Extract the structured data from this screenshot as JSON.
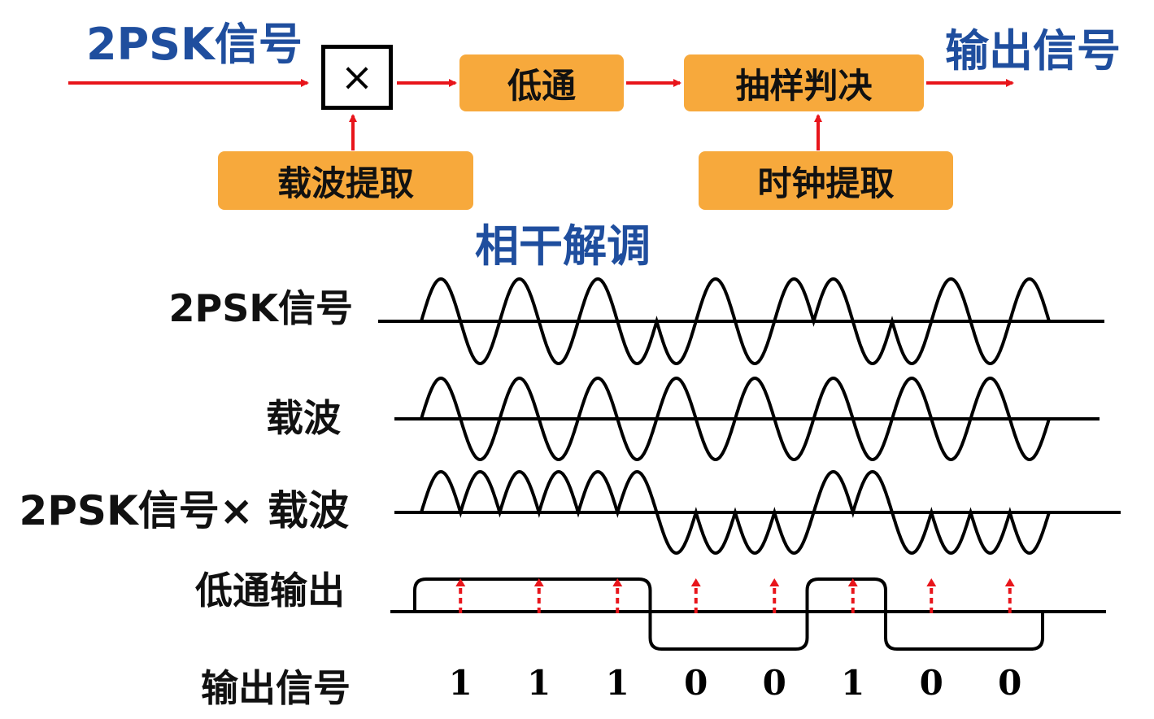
{
  "block_diagram": {
    "input_label": "2PSK信号",
    "multiplier_symbol": "×",
    "lowpass_label": "低通",
    "sampler_label": "抽样判决",
    "output_label": "输出信号",
    "carrier_extract_label": "载波提取",
    "clock_extract_label": "时钟提取",
    "caption": "相干解调"
  },
  "waveforms": {
    "row_labels": {
      "psk": "2PSK信号",
      "carrier": "载波",
      "product": "2PSK信号× 载波",
      "lowpass": "低通输出",
      "output": "输出信号"
    },
    "bits": [
      "1",
      "1",
      "1",
      "0",
      "0",
      "1",
      "0",
      "0"
    ]
  },
  "colors": {
    "title_blue": "#1f4e9e",
    "box_orange": "#f7a93c",
    "arrow_red": "#e8151b"
  }
}
